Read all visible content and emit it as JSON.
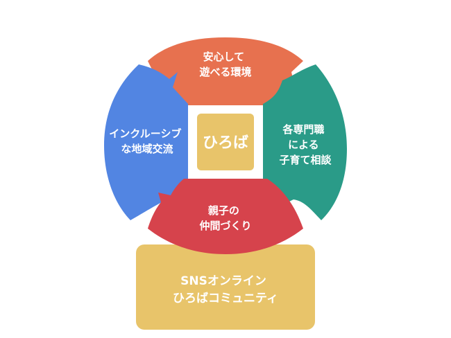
{
  "colors": {
    "background": "#ffffff",
    "top": "#e7714f",
    "right": "#2a9b88",
    "bottom": "#d6434c",
    "left": "#5285e2",
    "center": "#e8c46a",
    "footer": "#e8c46a",
    "text": "#ffffff"
  },
  "diagram": {
    "top": {
      "line1": "安心して",
      "line2": "遊べる環境"
    },
    "right": {
      "line1": "各専門職",
      "line2": "による",
      "line3": "子育て相談"
    },
    "bottom": {
      "line1": "親子の",
      "line2": "仲間づくり"
    },
    "left": {
      "line1": "インクルーシブ",
      "line2": "な地域交流"
    },
    "center": {
      "label": "ひろば"
    }
  },
  "footer": {
    "line1": "SNSオンライン",
    "line2": "ひろばコミュニティ"
  }
}
